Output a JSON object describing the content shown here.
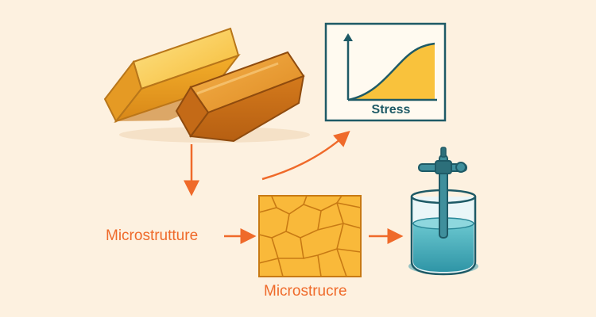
{
  "labels": {
    "left": "Microstrutture",
    "bottom": "Microstrucre",
    "chart_axis": "Stress"
  },
  "icons": {
    "ingots": "gold-ingots-icon",
    "chart": "stress-curve-chart-icon",
    "grains": "grain-structure-icon",
    "beaker": "beaker-stirrer-icon"
  },
  "colors": {
    "background": "#fdf1e0",
    "arrow": "#ef6a2a",
    "label": "#ef6a2a",
    "chart_frame": "#1e5a66",
    "gold_light": "#f8c23a",
    "gold_dark": "#d6801c",
    "grain_fill": "#f9b93a",
    "liquid": "#3fa9b8"
  }
}
